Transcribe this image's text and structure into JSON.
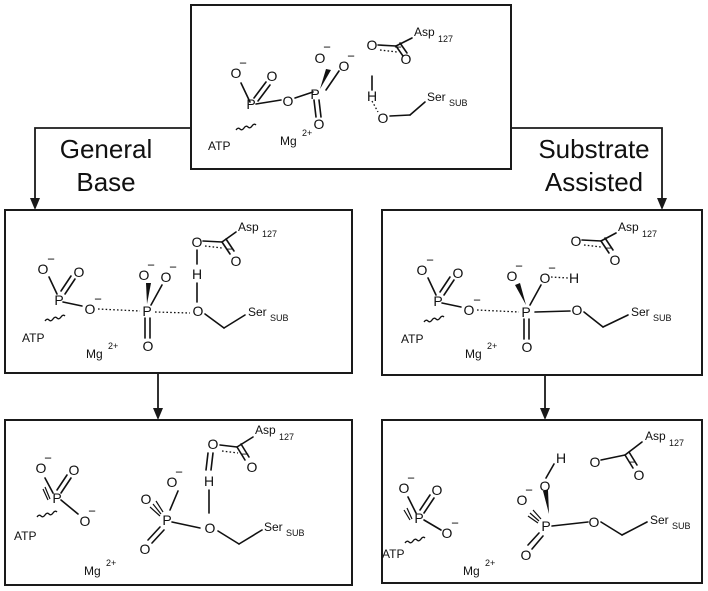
{
  "path_labels": {
    "left_line1": "General",
    "left_line2": "Base",
    "right_line1": "Substrate",
    "right_line2": "Assisted"
  },
  "atoms": {
    "phosphorus": "P",
    "oxygen": "O",
    "hydrogen": "H",
    "oxyanion": "O−"
  },
  "labels": {
    "atp": "ATP",
    "magnesium": "Mg",
    "magnesium_charge": "2+",
    "aspartate": "Asp",
    "aspartate_number": "127",
    "serine": "Ser",
    "serine_subscript": "SUB"
  }
}
